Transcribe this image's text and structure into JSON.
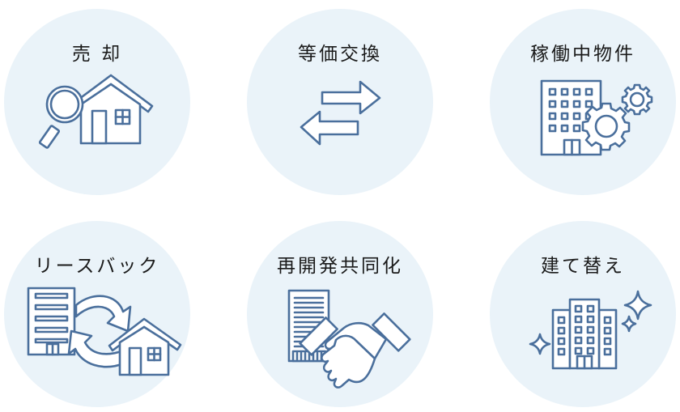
{
  "colors": {
    "circle_background": "#eaf3f9",
    "icon_stroke": "#4a6f9c",
    "icon_fill": "#ffffff",
    "label_text": "#1a1a1a"
  },
  "items": [
    {
      "label": "売 却",
      "icon": "house-search-icon"
    },
    {
      "label": "等価交換",
      "icon": "exchange-arrows-icon"
    },
    {
      "label": "稼働中物件",
      "icon": "building-gears-icon"
    },
    {
      "label": "リースバック",
      "icon": "leaseback-cycle-icon"
    },
    {
      "label": "再開発共同化",
      "icon": "building-handshake-icon"
    },
    {
      "label": "建て替え",
      "icon": "new-building-sparkle-icon"
    }
  ]
}
